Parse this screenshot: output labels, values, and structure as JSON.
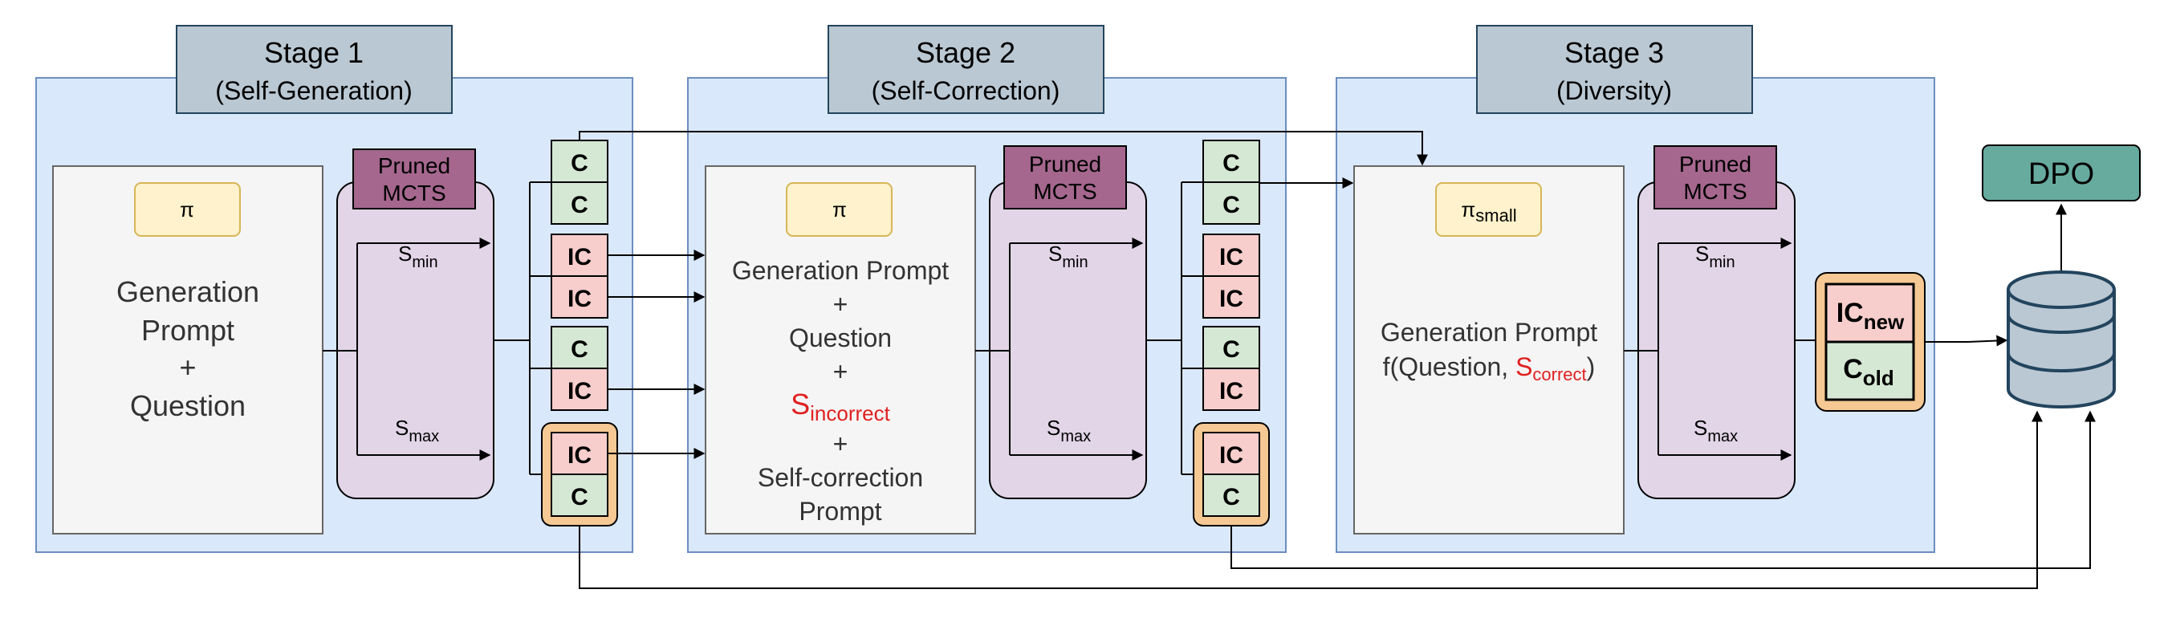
{
  "stages": [
    {
      "title": "Stage 1",
      "subtitle": "(Self-Generation)",
      "policy": "π",
      "policy_sub": "",
      "prompt_lines": [
        "Generation",
        "Prompt",
        "+",
        "Question"
      ],
      "mcts_label": [
        "Pruned",
        "MCTS"
      ],
      "s_min": "S",
      "s_min_sub": "min",
      "s_max": "S",
      "s_max_sub": "max"
    },
    {
      "title": "Stage 2",
      "subtitle": "(Self-Correction)",
      "policy": "π",
      "policy_sub": "",
      "prompt_lines": [
        "Generation Prompt",
        "+",
        "Question",
        "+",
        "S",
        "+",
        "Self-correction",
        "Prompt"
      ],
      "highlight_sub": "incorrect",
      "mcts_label": [
        "Pruned",
        "MCTS"
      ],
      "s_min": "S",
      "s_min_sub": "min",
      "s_max": "S",
      "s_max_sub": "max"
    },
    {
      "title": "Stage 3",
      "subtitle": "(Diversity)",
      "policy": "π",
      "policy_sub": "small",
      "prompt_line1": "Generation Prompt",
      "prompt_f_prefix": "f(Question, ",
      "prompt_f_highlight": "S",
      "prompt_f_highlight_sub": "correct",
      "prompt_f_suffix": ")",
      "mcts_label": [
        "Pruned",
        "MCTS"
      ],
      "s_min": "S",
      "s_min_sub": "min",
      "s_max": "S",
      "s_max_sub": "max"
    }
  ],
  "outputs_stage12": [
    "C",
    "C",
    "IC",
    "IC",
    "C",
    "IC",
    "IC",
    "C"
  ],
  "final_pair": {
    "top": "IC",
    "top_sub": "new",
    "bottom": "C",
    "bottom_sub": "old"
  },
  "dpo_label": "DPO",
  "colors": {
    "stage_bg": "#dae8fc",
    "stage_border": "#6c8ebf",
    "title_bg": "#bac8d3",
    "title_border": "#23445d",
    "mcts_bg": "#e1d5e7",
    "mcts_label_bg": "#a5678e",
    "policy_bg": "#fff2cc",
    "policy_border": "#d6b656",
    "correct_bg": "#d5e8d4",
    "correct_border": "#82b366",
    "incorrect_bg": "#f8cecc",
    "incorrect_border": "#b85450",
    "pair_bg": "#f5c894",
    "pair_border": "#111111",
    "dpo_bg": "#67ab9f",
    "db_bg": "#bac8d3",
    "db_border": "#23445d",
    "highlight": "#e02020"
  }
}
